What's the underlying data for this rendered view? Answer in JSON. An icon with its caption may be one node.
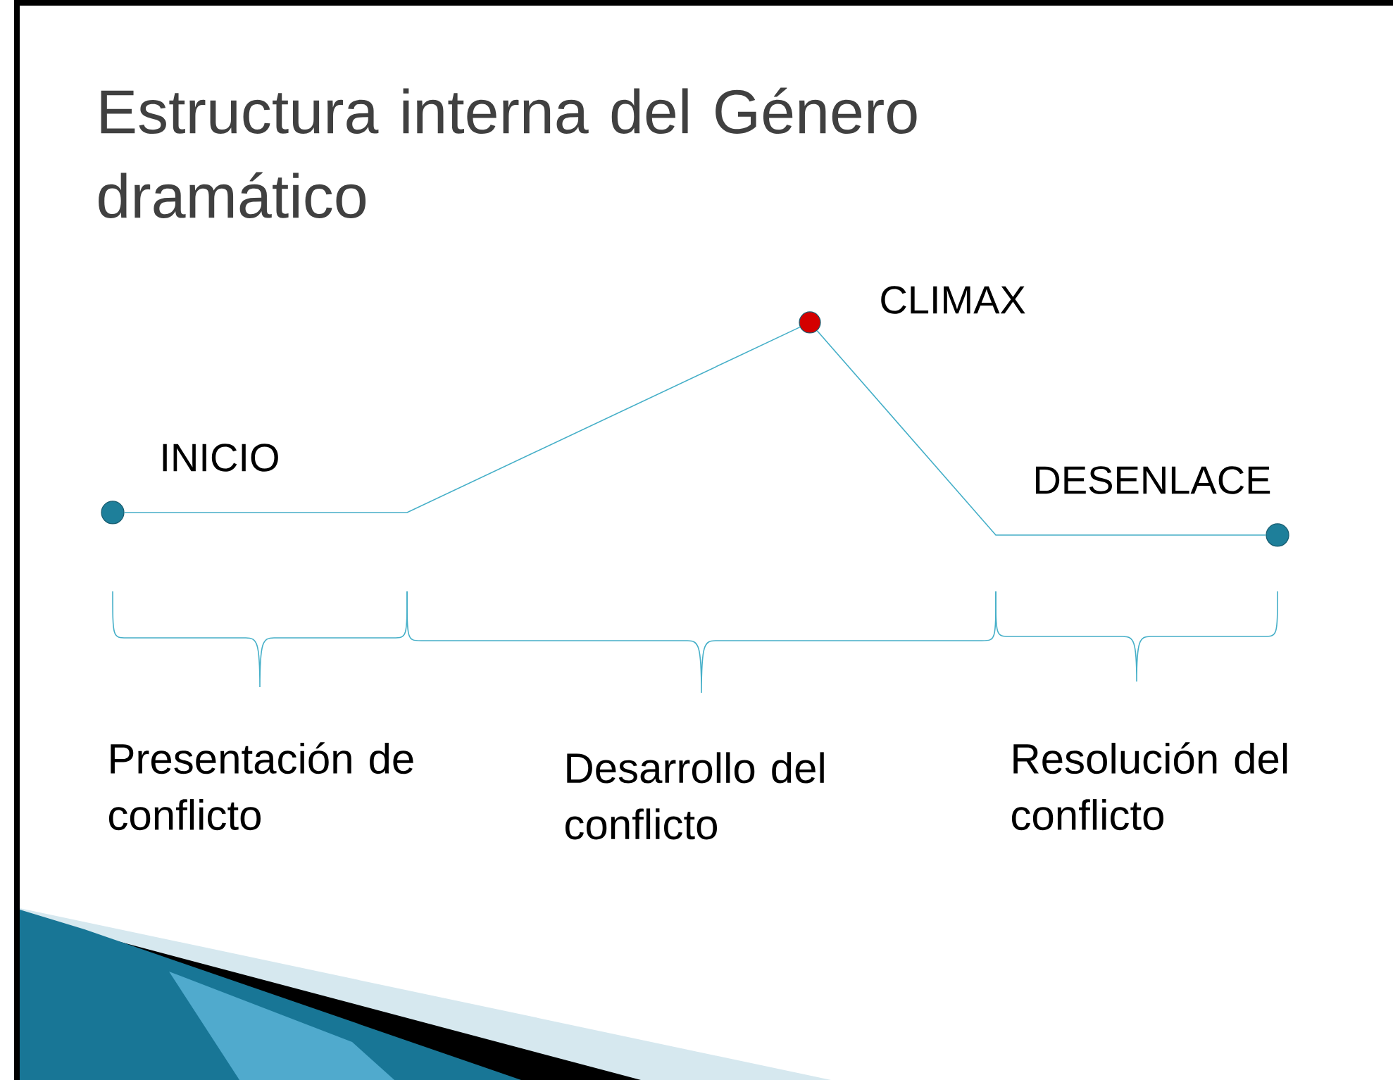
{
  "diagram": {
    "title": "Estructura interna del Género dramático",
    "nodes": [
      {
        "text": [],
        "shape": "circle",
        "beside": [
          "INICIO"
        ]
      },
      {
        "text": [],
        "shape": "circle",
        "beside": [
          "CLIMAX"
        ]
      },
      {
        "text": [],
        "shape": "circle",
        "beside": [
          "DESENLACE"
        ]
      }
    ],
    "edges": [
      {
        "from": 0,
        "to": 1,
        "arrow": "none"
      },
      {
        "from": 1,
        "to": 2,
        "arrow": "none"
      }
    ],
    "labels": [
      "Presentación de conflicto",
      "Desarrollo del conflicto",
      "Resolución del conflicto"
    ]
  }
}
